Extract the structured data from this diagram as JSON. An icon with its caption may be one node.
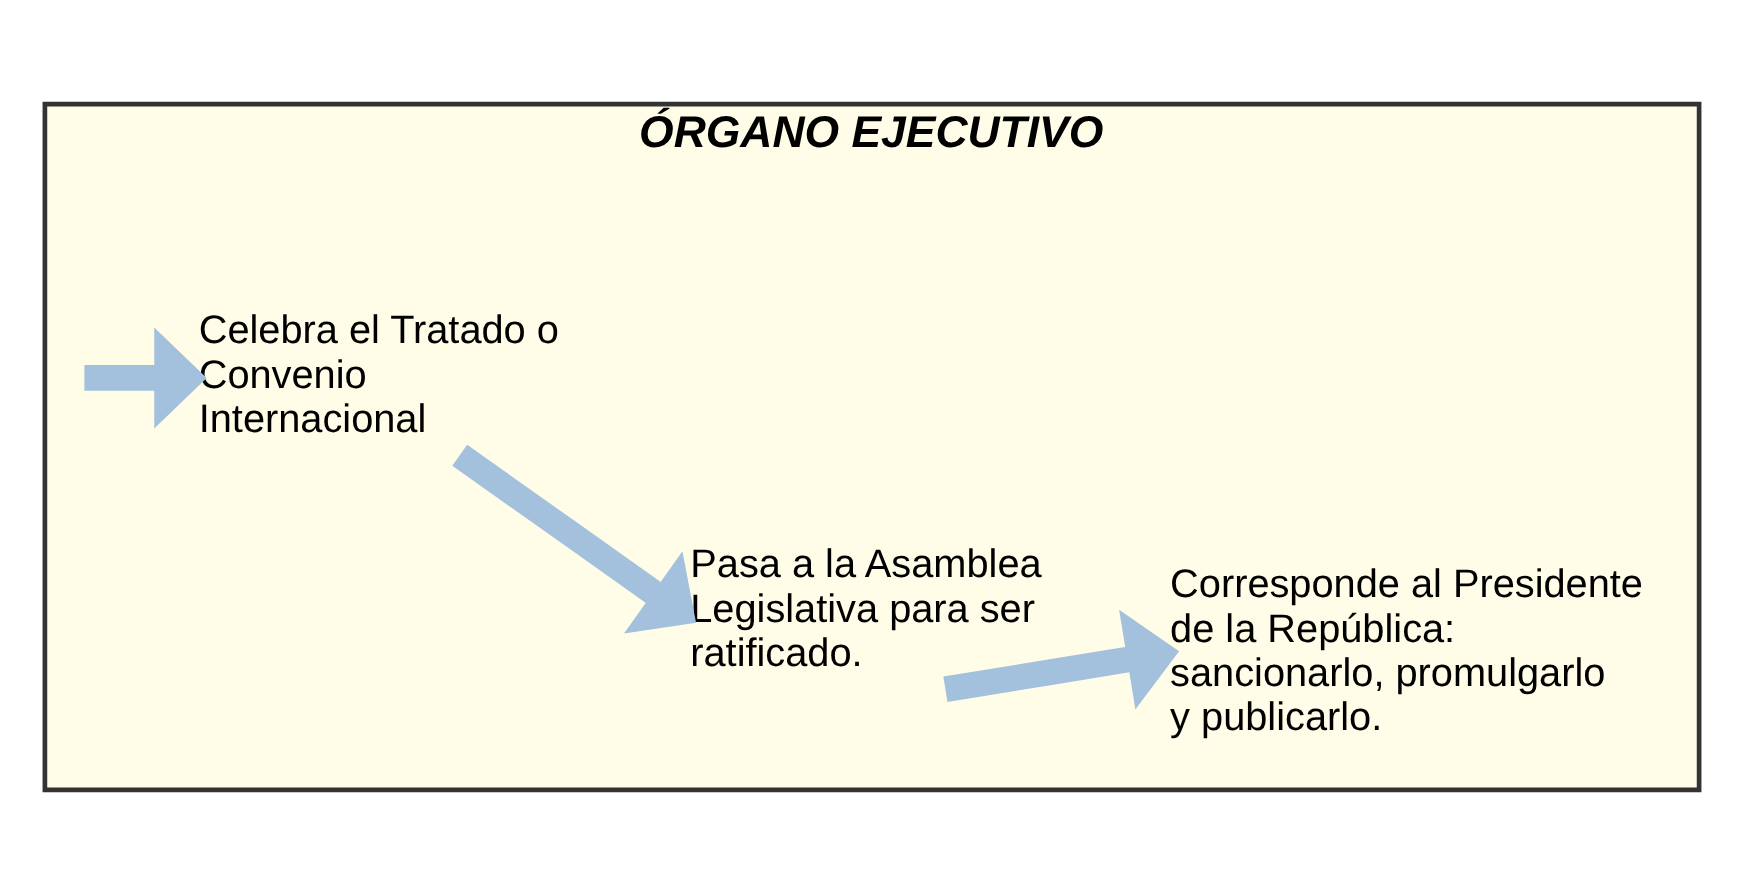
{
  "diagram": {
    "nodes": [
      {
        "text": [
          "ÓRGANO EJECUTIVO"
        ]
      },
      {
        "text": [
          "Celebra el Tratado o Convenio Internacional"
        ],
        "in": 0
      },
      {
        "text": [
          "Pasa a la Asamblea Legislativa para ser ratificado."
        ],
        "in": 0
      },
      {
        "text": [
          "Corresponde al Presidente de la República: sancionarlo, promulgarlo y publicarlo."
        ],
        "in": 0
      }
    ],
    "edges": [
      {
        "from": null,
        "to": 1,
        "arrow": "to"
      },
      {
        "from": 1,
        "to": 2,
        "arrow": "to"
      },
      {
        "from": 2,
        "to": 3,
        "arrow": "to"
      }
    ]
  }
}
